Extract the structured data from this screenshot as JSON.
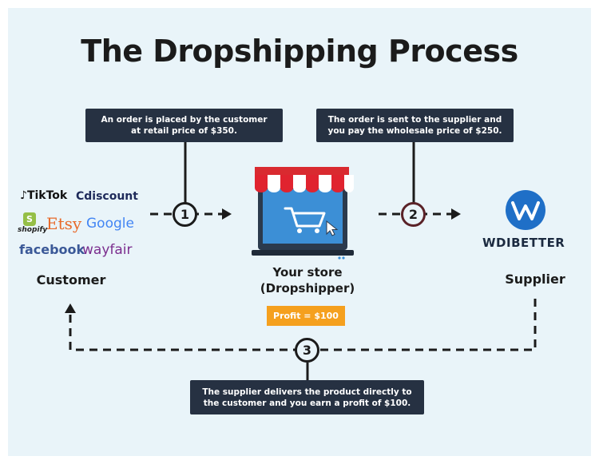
{
  "title": "The Dropshipping Process",
  "notes": {
    "order_placed": "An order is placed by the customer at retail price of $350.",
    "order_sent": "The order is sent to the supplier and you pay the wholesale price of $250.",
    "delivery": "The supplier delivers the product directly to the customer and you earn a profit of $100."
  },
  "customer": {
    "label": "Customer",
    "platforms": [
      "TikTok",
      "Cdiscount",
      "shopify",
      "Etsy",
      "Google",
      "facebook",
      "wayfair"
    ]
  },
  "store": {
    "label_line1": "Your store",
    "label_line2": "(Dropshipper)",
    "profit": "Profit = $100"
  },
  "supplier": {
    "label": "Supplier",
    "brand": "WDIBETTER"
  },
  "steps": [
    "1",
    "2",
    "3"
  ],
  "colors": {
    "background": "#e9f4f9",
    "note_box": "#263142",
    "profit_badge": "#f5a01e",
    "awning_red": "#e0232f",
    "screen_blue": "#3c8fd6",
    "supplier_blue": "#1f6fc7"
  }
}
